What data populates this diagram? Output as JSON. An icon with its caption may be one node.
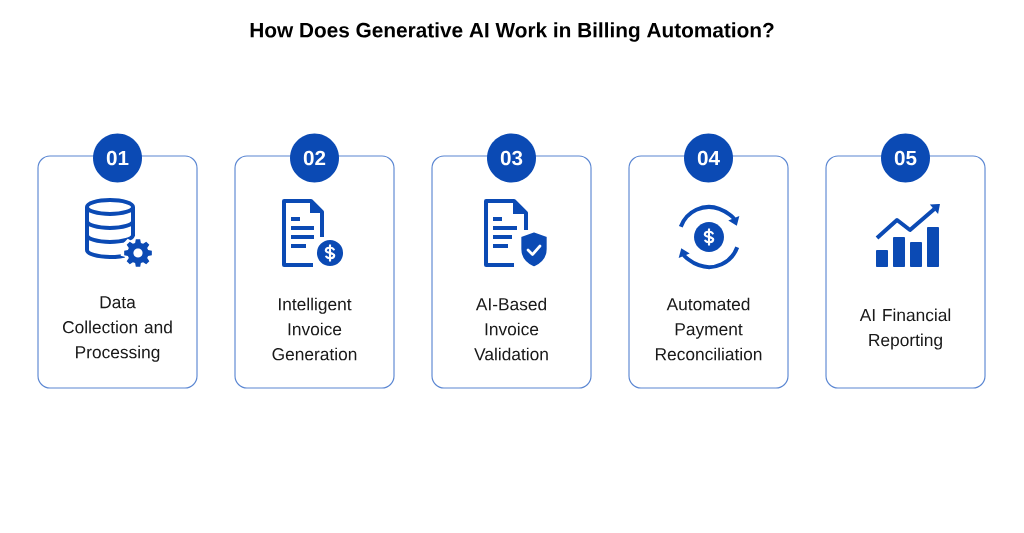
{
  "diagram": {
    "title": "How Does Generative AI Work in Billing Automation?",
    "nodes": [
      {
        "text": [
          "01"
        ]
      },
      {
        "text": [
          "Data Collection and Processing"
        ]
      },
      {
        "text": [
          "02"
        ]
      },
      {
        "text": [
          "Intelligent Invoice Generation"
        ]
      },
      {
        "text": [
          "03"
        ]
      },
      {
        "text": [
          "AI-Based Invoice Validation"
        ]
      },
      {
        "text": [
          "04"
        ]
      },
      {
        "text": [
          "Automated Payment Reconciliation"
        ]
      },
      {
        "text": [
          "05"
        ]
      },
      {
        "text": [
          "AI Financial Reporting"
        ]
      }
    ]
  }
}
